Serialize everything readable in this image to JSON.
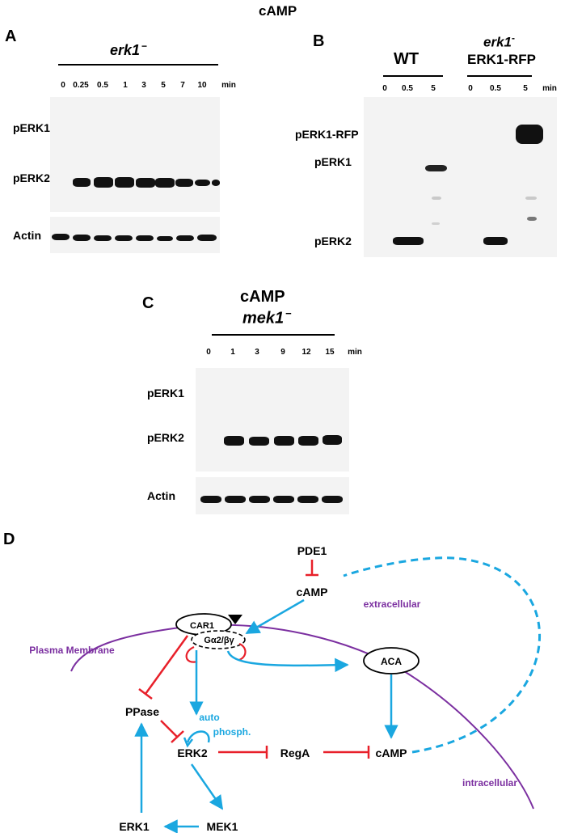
{
  "figure_title": "cAMP",
  "panelA": {
    "letter": "A",
    "genotype": "erk1",
    "genotype_sup": "−",
    "timepoints": [
      "0",
      "0.25",
      "0.5",
      "1",
      "3",
      "5",
      "7",
      "10"
    ],
    "unit": "min",
    "row_labels": [
      "pERK1",
      "pERK2",
      "Actin"
    ]
  },
  "panelB": {
    "letter": "B",
    "group1": "WT",
    "group2_line1": "erk1",
    "group2_sup": "-",
    "group2_line2": "ERK1-RFP",
    "timepoints": [
      "0",
      "0.5",
      "5",
      "0",
      "0.5",
      "5"
    ],
    "unit": "min",
    "row_labels": [
      "pERK1-RFP",
      "pERK1",
      "pERK2"
    ]
  },
  "panelC": {
    "letter": "C",
    "title": "cAMP",
    "genotype": "mek1",
    "genotype_sup": "−",
    "timepoints": [
      "0",
      "1",
      "3",
      "9",
      "12",
      "15"
    ],
    "unit": "min",
    "row_labels": [
      "pERK1",
      "pERK2",
      "Actin"
    ]
  },
  "panelD": {
    "letter": "D",
    "nodes": {
      "pde1": "PDE1",
      "camp_top": "cAMP",
      "car1": "CAR1",
      "gprotein": "Gα2/βγ",
      "aca": "ACA",
      "ppase": "PPase",
      "erk2": "ERK2",
      "rega": "RegA",
      "camp_bottom": "cAMP",
      "erk1": "ERK1",
      "mek1": "MEK1"
    },
    "labels": {
      "extracellular": "extracellular",
      "intracellular": "intracellular",
      "plasma_membrane": "Plasma Membrane",
      "auto": "auto",
      "phosph": "phosph."
    },
    "colors": {
      "activation": "#1aa7e0",
      "inhibition": "#e8202a",
      "membrane": "#7b2fa0"
    }
  }
}
